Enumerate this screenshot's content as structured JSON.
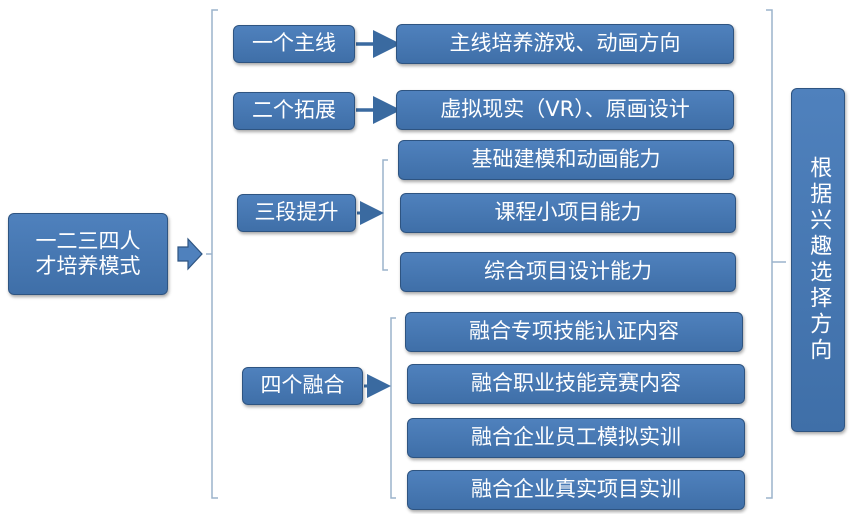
{
  "root": {
    "line1": "一二三四人",
    "line2": "才培养模式"
  },
  "right_label": "根据兴趣选择方向",
  "groups": [
    {
      "label": "一个主线",
      "items": [
        "主线培养游戏、动画方向"
      ]
    },
    {
      "label": "二个拓展",
      "items": [
        "虚拟现实（VR）、原画设计"
      ]
    },
    {
      "label": "三段提升",
      "items": [
        "基础建模和动画能力",
        "课程小项目能力",
        "综合项目设计能力"
      ]
    },
    {
      "label": "四个融合",
      "items": [
        "融合专项技能认证内容",
        "融合职业技能竞赛内容",
        "融合企业员工模拟实训",
        "融合企业真实项目实训"
      ]
    }
  ],
  "colors": {
    "box_fill": "#4f81bd",
    "box_border": "#2e5481",
    "connector": "#3a6aa0",
    "bracket": "#9bb3cc"
  }
}
